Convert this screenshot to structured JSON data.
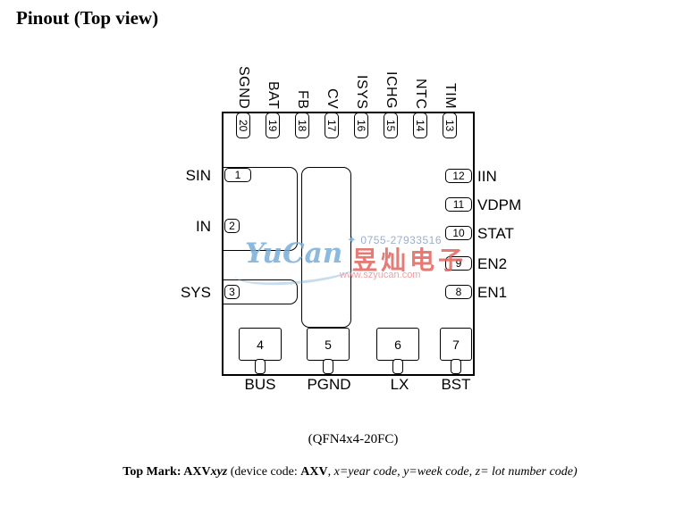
{
  "title": "Pinout (Top view)",
  "package": {
    "caption": "(QFN4x4-20FC)",
    "top_pins": [
      {
        "num": "20",
        "label": "SGND"
      },
      {
        "num": "19",
        "label": "BAT"
      },
      {
        "num": "18",
        "label": "FB"
      },
      {
        "num": "17",
        "label": "CV"
      },
      {
        "num": "16",
        "label": "ISYS"
      },
      {
        "num": "15",
        "label": "ICHG"
      },
      {
        "num": "14",
        "label": "NTC"
      },
      {
        "num": "13",
        "label": "TIM"
      }
    ],
    "left_pins": [
      {
        "num": "1",
        "label": "SIN"
      },
      {
        "num": "2",
        "label": "IN"
      },
      {
        "num": "3",
        "label": "SYS"
      }
    ],
    "right_pins": [
      {
        "num": "12",
        "label": "IIN"
      },
      {
        "num": "11",
        "label": "VDPM"
      },
      {
        "num": "10",
        "label": "STAT"
      },
      {
        "num": "9",
        "label": "EN2"
      },
      {
        "num": "8",
        "label": "EN1"
      }
    ],
    "bottom_pins": [
      {
        "num": "4",
        "label": "BUS"
      },
      {
        "num": "5",
        "label": "PGND"
      },
      {
        "num": "6",
        "label": "LX"
      },
      {
        "num": "7",
        "label": "BST"
      }
    ]
  },
  "watermark": {
    "phone": "0755-27933516",
    "star": "✦",
    "brand_en": "YuCan",
    "brand_cn": "昱灿电子",
    "url": "www.szyucan.com",
    "brand_blue": "#79aed9",
    "brand_red": "#e2635c"
  },
  "top_mark": {
    "s1": "Top Mark: AXV",
    "s2": "xyz",
    "s3": " (device code: ",
    "s4": "AXV",
    "s5": ", ",
    "s6": "x=year code, y=week code, z= lot number code)"
  }
}
